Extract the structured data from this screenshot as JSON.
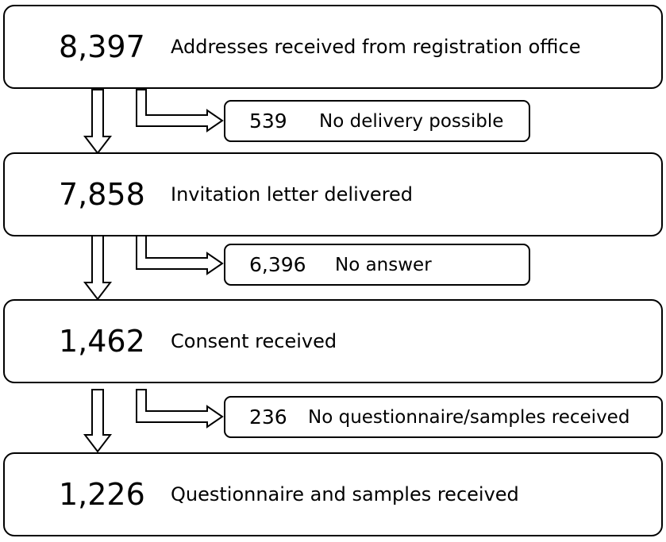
{
  "stages": [
    {
      "count": "8,397",
      "label": "Addresses received from registration office"
    },
    {
      "count": "7,858",
      "label": "Invitation letter delivered"
    },
    {
      "count": "1,462",
      "label": "Consent received"
    },
    {
      "count": "1,226",
      "label": "Questionnaire and samples received"
    }
  ],
  "exclusions": [
    {
      "count": "539",
      "label": "No delivery possible"
    },
    {
      "count": "6,396",
      "label": "No answer"
    },
    {
      "count": "236",
      "label": "No questionnaire/samples received"
    }
  ]
}
